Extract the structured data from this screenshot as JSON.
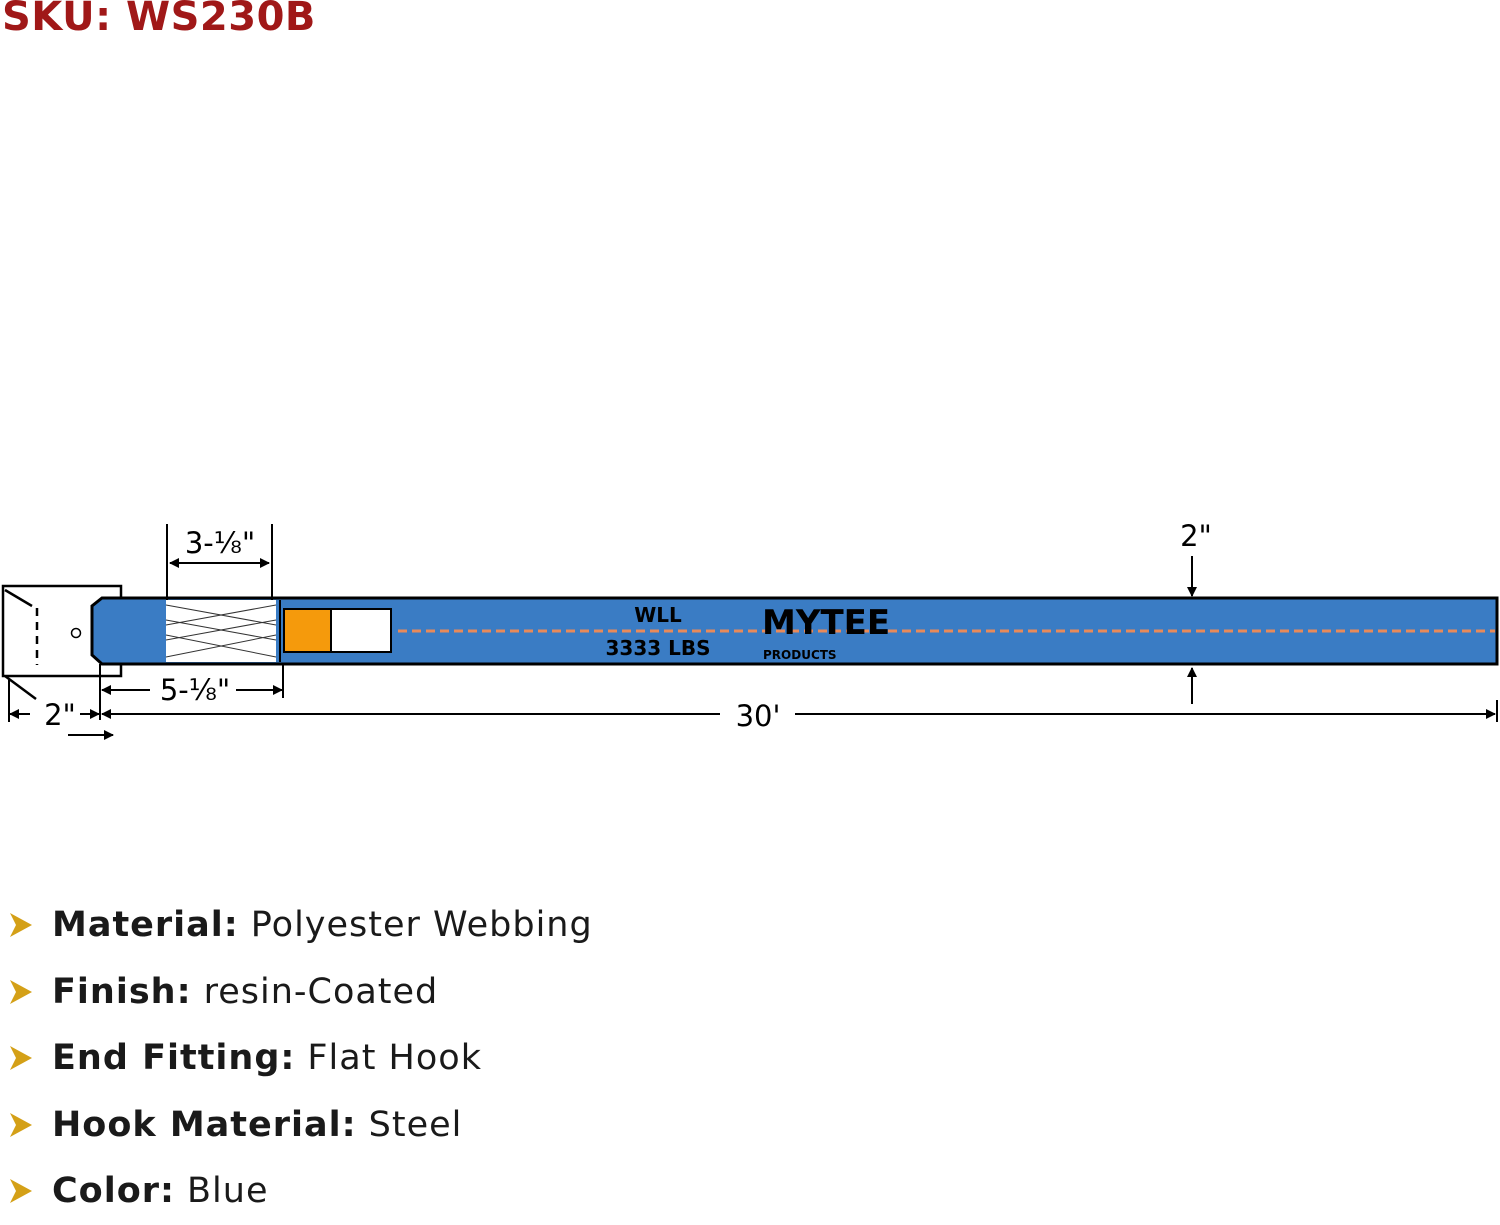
{
  "sku": "SKU: WS230B",
  "diagram": {
    "dim_webbing": "3-⅛\"",
    "dim_end": "5-⅛\"",
    "dim_hook": "2\"",
    "dim_width": "2\"",
    "dim_length": "30'",
    "label_wll": "WLL",
    "label_lbs": "3333 LBS",
    "brand": "MYTEE",
    "brand_sub": "PRODUCTS",
    "colors": {
      "strap": "#3a7cc4",
      "orange": "#f59a0c",
      "stitch": "#e88a5a",
      "sku": "#a01818",
      "bullet": "#d4a017"
    }
  },
  "specs": [
    {
      "label": "Material:",
      "value": "Polyester Webbing"
    },
    {
      "label": "Finish:",
      "value": "resin-Coated"
    },
    {
      "label": "End Fitting:",
      "value": "Flat Hook"
    },
    {
      "label": "Hook Material:",
      "value": "Steel"
    },
    {
      "label": "Color:",
      "value": "Blue"
    }
  ]
}
